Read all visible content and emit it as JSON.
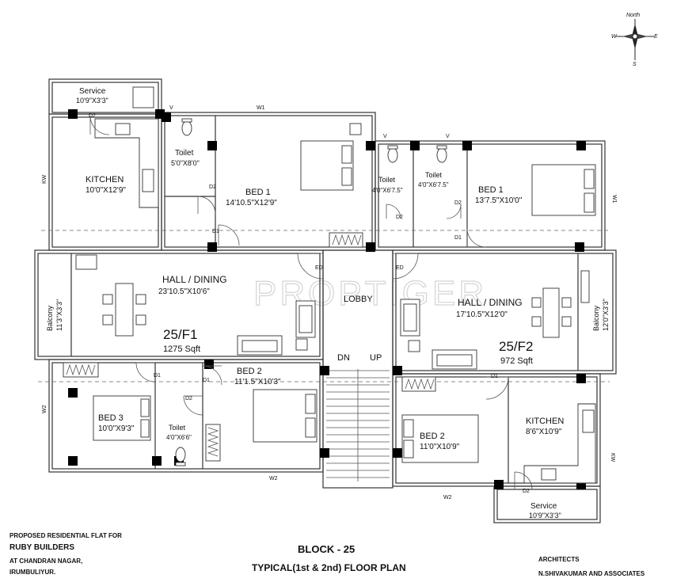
{
  "compass": {
    "north": "North",
    "west": "W",
    "east": "E",
    "south": "S"
  },
  "watermark": "PROPTIGER",
  "flat_f1": {
    "unit": "25/F1",
    "area": "1275 Sqft",
    "rooms": {
      "service": {
        "name": "Service",
        "size": "10'9\"X3'3\""
      },
      "kitchen": {
        "name": "KITCHEN",
        "size": "10'0\"X12'9\""
      },
      "toilet_1": {
        "name": "Toilet",
        "size": "5'0\"X8'0\""
      },
      "bed1": {
        "name": "BED 1",
        "size": "14'10.5\"X12'9\""
      },
      "toilet_2": {
        "name": "Toilet",
        "size": "4'0\"X6'7.5\""
      },
      "hall": {
        "name": "HALL / DINING",
        "size": "23'10.5\"X10'6\""
      },
      "balcony": {
        "name": "Balcony",
        "size": "11'3\"X3'3\""
      },
      "bed2": {
        "name": "BED 2",
        "size": "11'1.5\"X10'3\""
      },
      "bed3": {
        "name": "BED 3",
        "size": "10'0\"X9'3\""
      },
      "toilet_3": {
        "name": "Toilet",
        "size": "4'0\"X6'6\""
      }
    }
  },
  "flat_f2": {
    "unit": "25/F2",
    "area": "972 Sqft",
    "rooms": {
      "toilet": {
        "name": "Toilet",
        "size": "4'0\"X6'7.5\""
      },
      "bed1": {
        "name": "BED 1",
        "size": "13'7.5\"X10'0\""
      },
      "hall": {
        "name": "HALL / DINING",
        "size": "17'10.5\"X12'0\""
      },
      "balcony": {
        "name": "Balcony",
        "size": "12'0\"X3'3\""
      },
      "kitchen": {
        "name": "KITCHEN",
        "size": "8'6\"X10'9\""
      },
      "bed2": {
        "name": "BED 2",
        "size": "11'0\"X10'9\""
      },
      "service": {
        "name": "Service",
        "size": "10'9\"X3'3\""
      }
    }
  },
  "common": {
    "lobby": "LOBBY",
    "dn": "DN",
    "up": "UP",
    "ed_left": "ED",
    "ed_right": "ED"
  },
  "opening_tags": {
    "d1": "D1",
    "d2": "D2",
    "v": "V",
    "w1": "W1",
    "w2": "W2",
    "kw": "KW"
  },
  "footer": {
    "proposed": "PROPOSED RESIDENTIAL FLAT FOR",
    "builder": "RUBY BUILDERS",
    "location_1": "AT CHANDRAN NAGAR,",
    "location_2": "IRUMBULIYUR.",
    "block": "BLOCK - 25",
    "plan": "TYPICAL(1st & 2nd) FLOOR PLAN",
    "architects": "ARCHITECTS",
    "firm": "N.SHIVAKUMAR AND ASSOCIATES"
  }
}
